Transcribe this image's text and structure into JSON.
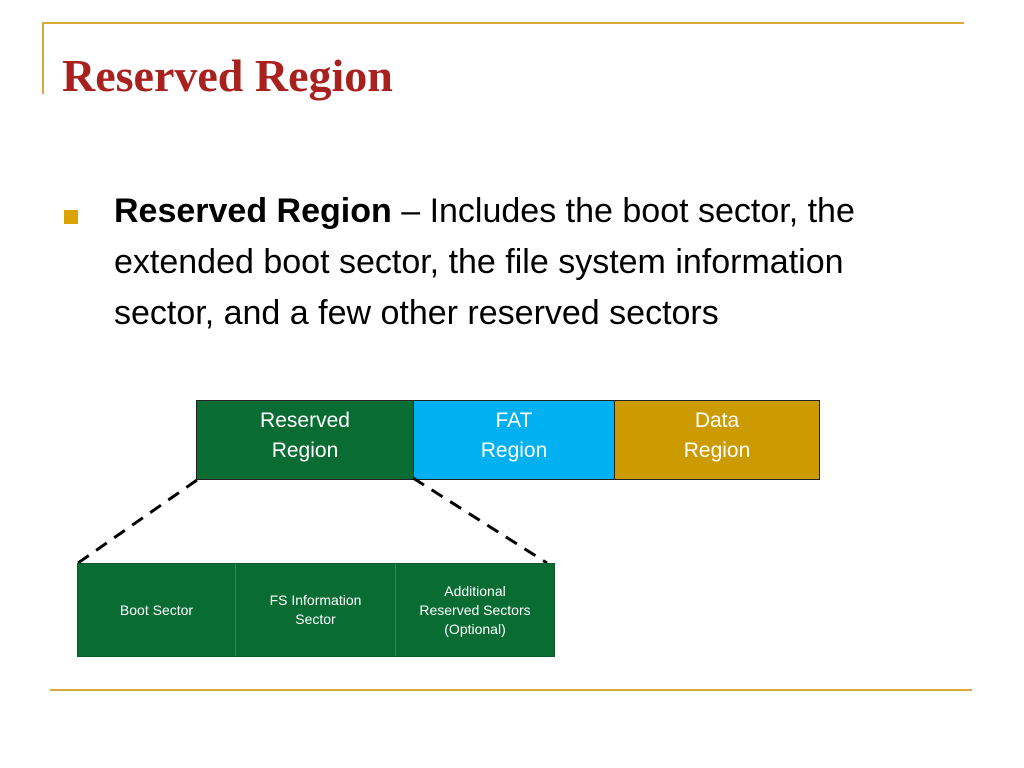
{
  "slide": {
    "title": "Reserved Region",
    "bullet": {
      "term": "Reserved Region",
      "separator": " – ",
      "text": "Includes the boot sector, the extended boot sector, the file system information sector, and a few other reserved sectors"
    }
  },
  "diagram": {
    "regions": [
      {
        "label": "Reserved\nRegion",
        "color": "#086c33"
      },
      {
        "label": "FAT\nRegion",
        "color": "#00b0f0"
      },
      {
        "label": "Data\nRegion",
        "color": "#cc9b00"
      }
    ],
    "reserved_breakdown": [
      {
        "label": "Boot Sector"
      },
      {
        "label": "FS Information\nSector"
      },
      {
        "label": "Additional\nReserved Sectors\n(Optional)"
      }
    ]
  },
  "colors": {
    "title": "#a8211f",
    "accent_line": "#d9a93b",
    "bullet": "#d9a400"
  }
}
